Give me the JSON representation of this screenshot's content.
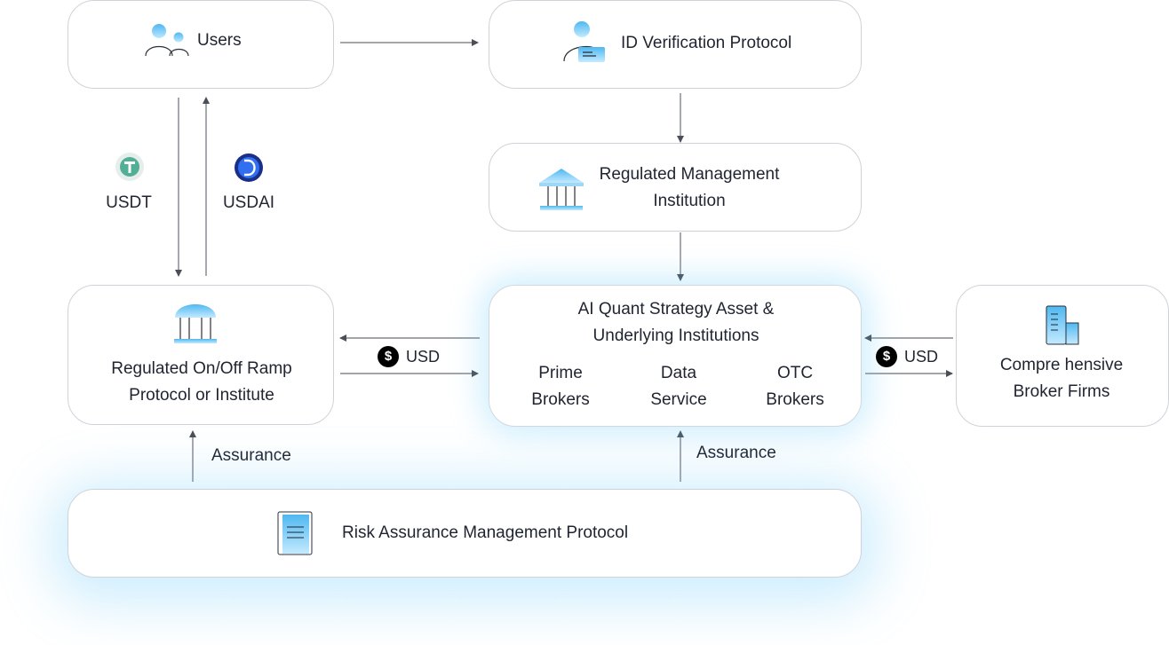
{
  "nodes": {
    "users": {
      "label": "Users"
    },
    "id_verification": {
      "label": "ID Verification Protocol"
    },
    "regulated_management": {
      "line1": "Regulated Management",
      "line2": "Institution"
    },
    "on_off_ramp": {
      "line1": "Regulated  On/Off Ramp",
      "line2": "Protocol  or Institute"
    },
    "ai_quant": {
      "line1": "AI Quant Strategy Asset &",
      "line2": "Underlying Institutions",
      "columns": [
        {
          "line1": "Prime",
          "line2": "Brokers"
        },
        {
          "line1": "Data",
          "line2": "Service"
        },
        {
          "line1": "OTC",
          "line2": "Brokers"
        }
      ]
    },
    "broker_firms": {
      "line1": "Compre hensive",
      "line2": "Broker Firms"
    },
    "risk_assurance": {
      "label": "Risk Assurance Management Protocol"
    }
  },
  "edges": {
    "usdt": "USDT",
    "usdai": "USDAI",
    "usd_left": "USD",
    "usd_right": "USD",
    "assurance_left": "Assurance",
    "assurance_right": "Assurance",
    "dollar_symbol": "$"
  },
  "colors": {
    "accent": "#4fb8f0",
    "accent_light": "#b9e6ff",
    "tether": "#50af95",
    "usdai_blue": "#1f4fd0",
    "border": "#cfd3d9",
    "arrow": "#555a63"
  }
}
